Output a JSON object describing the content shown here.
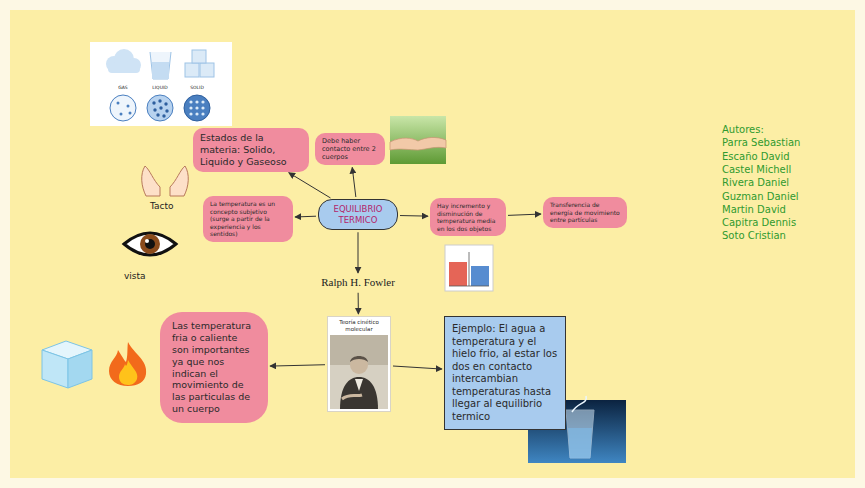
{
  "diagram": {
    "nodes": [
      {
        "text": [
          "EQUILIBRIO TERMICO"
        ]
      },
      {
        "text": [
          "Estados de la materia: Solido, Liquido y Gaseoso"
        ]
      },
      {
        "text": [
          "Debe haber contacto entre 2 cuerpos"
        ]
      },
      {
        "text": [
          "La temperatura es un concepto subjetivo (surge a partir de la experiencia y los sentidos)"
        ]
      },
      {
        "text": [
          "Hay incremento y disminución de temperatura media en los dos objetos"
        ]
      },
      {
        "text": [
          "Transferencia de energía de movimiento entre partículas"
        ]
      },
      {
        "text": [
          "Ralph H. Fowler"
        ]
      },
      {
        "text": [
          "Teoría cinético molecular"
        ]
      },
      {
        "text": [
          "Las temperatura fria o caliente son importantes ya que nos indican el movimiento de las particulas de un cuerpo"
        ]
      },
      {
        "text": [
          "Ejemplo: El agua a temperatura y el hielo frio, al estar los dos en contacto intercambian temperaturas hasta llegar al equilibrio termico"
        ]
      }
    ],
    "edges": [
      {
        "from": 0,
        "to": 1,
        "arrow": "to"
      },
      {
        "from": 0,
        "to": 2,
        "arrow": "to"
      },
      {
        "from": 0,
        "to": 3,
        "arrow": "to"
      },
      {
        "from": 0,
        "to": 4,
        "arrow": "to"
      },
      {
        "from": 4,
        "to": 5,
        "arrow": "to"
      },
      {
        "from": 0,
        "to": 6,
        "arrow": "to"
      },
      {
        "from": 6,
        "to": 7,
        "arrow": "to"
      },
      {
        "from": 7,
        "to": 8,
        "arrow": "to"
      },
      {
        "from": 7,
        "to": 9,
        "arrow": "to"
      }
    ],
    "labels": [
      "GAS",
      "LIQUID",
      "SOLID",
      "Tacto",
      "vista",
      "Autores:",
      "Parra Sebastian",
      "Escaño David",
      "Castel Michell",
      "Rivera Daniel",
      "Guzman Daniel",
      "Martin David",
      "Capitra Dennis",
      "Soto Cristian"
    ]
  }
}
